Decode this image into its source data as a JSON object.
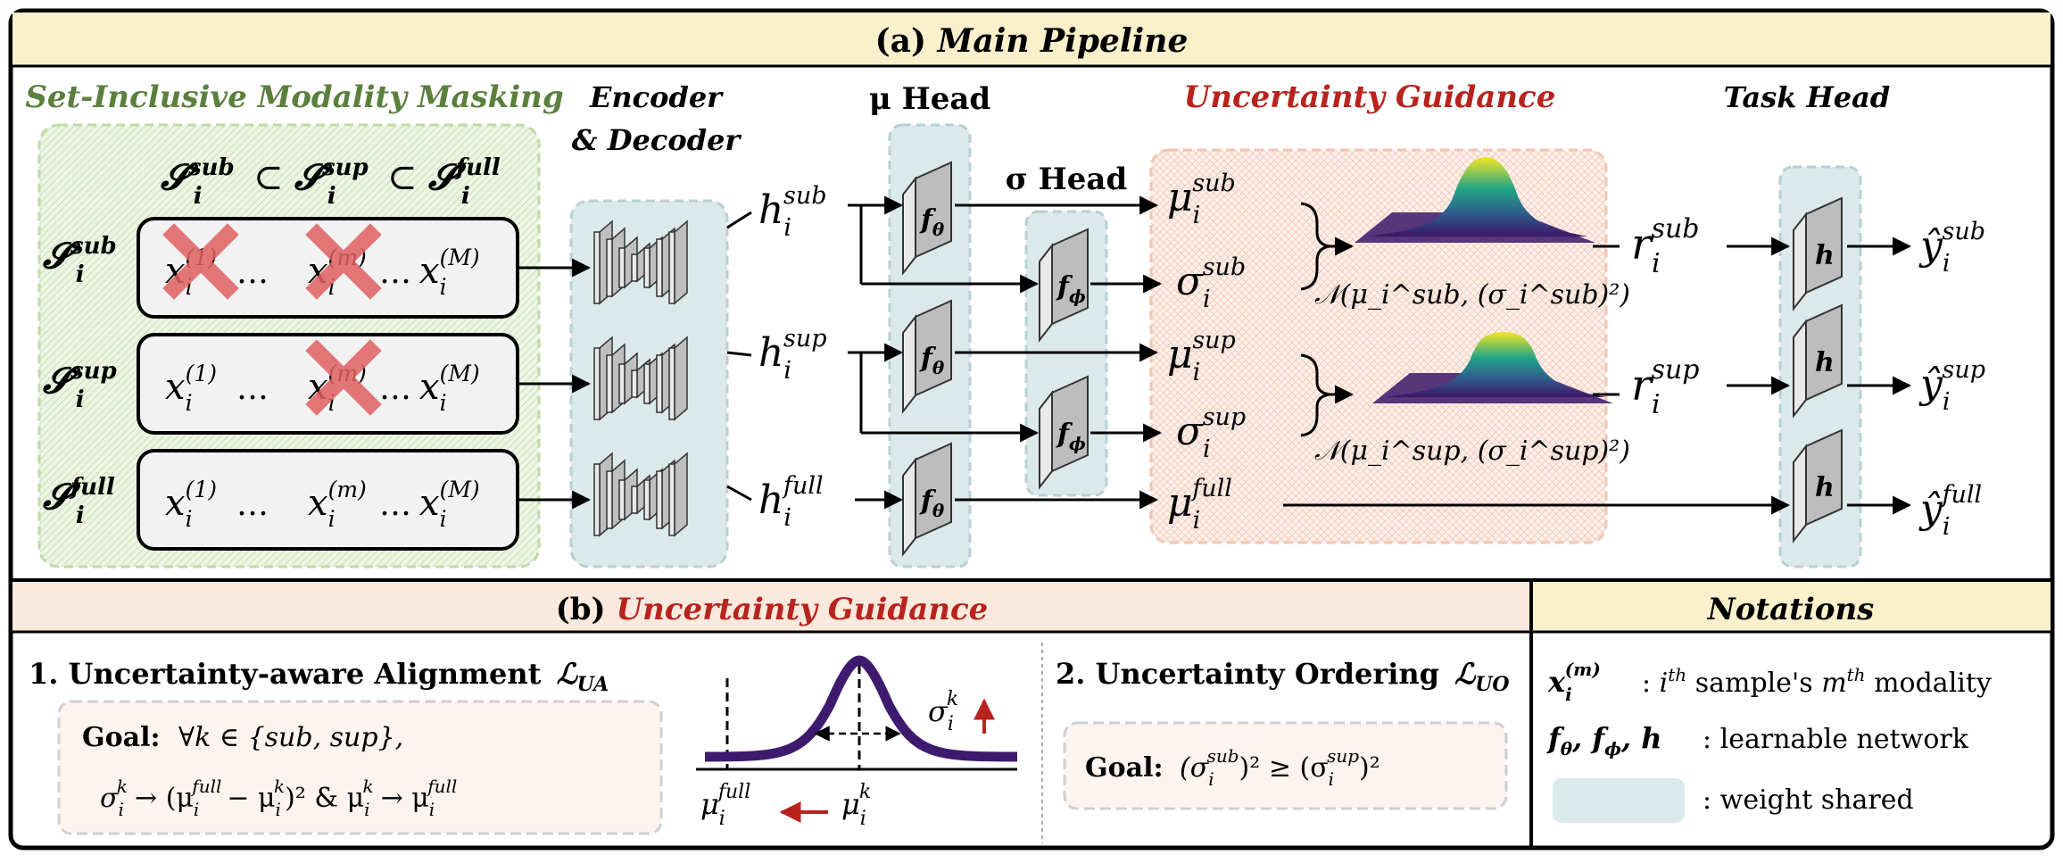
{
  "panel_a": {
    "prefix": "(a)",
    "title": "Main Pipeline"
  },
  "masking": {
    "title": "Set-Inclusive Modality Masking",
    "relation": {
      "base": "S",
      "sub": "sub",
      "sup": "sup",
      "full": "full",
      "idx": "i",
      "subset": "⊂"
    },
    "rows": [
      {
        "label_sup": "sub",
        "items": [
          "(1)",
          "(m)",
          "(M)"
        ],
        "masked": [
          true,
          true,
          false
        ]
      },
      {
        "label_sup": "sup",
        "items": [
          "(1)",
          "(m)",
          "(M)"
        ],
        "masked": [
          false,
          true,
          false
        ]
      },
      {
        "label_sup": "full",
        "items": [
          "(1)",
          "(m)",
          "(M)"
        ],
        "masked": [
          false,
          false,
          false
        ]
      }
    ],
    "x_var": "x",
    "ellipsis": "…"
  },
  "encoder": {
    "title_line1": "Encoder",
    "title_line2": "& Decoder"
  },
  "h_labels": [
    "sub",
    "sup",
    "full"
  ],
  "mu_head": {
    "title": "μ Head",
    "block": "f",
    "block_sub": "θ"
  },
  "sigma_head": {
    "title": "σ Head",
    "block": "f",
    "block_sub": "ϕ"
  },
  "uncertainty": {
    "title": "Uncertainty Guidance",
    "mu": "μ",
    "sigma": "σ",
    "gauss_sub": "𝒩(μ_i^sub, (σ_i^sub)²)",
    "gauss_sup": "𝒩(μ_i^sup, (σ_i^sup)²)"
  },
  "task_head": {
    "title": "Task Head",
    "block": "h",
    "r": "r",
    "y": "ŷ"
  },
  "panel_b": {
    "prefix": "(b)",
    "title": "Uncertainty Guidance",
    "alignment": {
      "title": "1. Uncertainty-aware Alignment",
      "loss": "ℒ",
      "loss_sub": "UA",
      "goal_label": "Goal:",
      "goal_line1": "∀k ∈ {sub, sup},",
      "goal_line2": "σ_i^k → (μ_i^full − μ_i^k)² & μ_i^k → μ_i^full"
    },
    "ordering": {
      "title": "2. Uncertainty Ordering",
      "loss": "ℒ",
      "loss_sub": "UO",
      "goal_label": "Goal:",
      "goal": "(σ_i^sub)² ≥ (σ_i^sup)²"
    }
  },
  "notations": {
    "title": "Notations",
    "items": [
      {
        "symbol": "x_i^(m)",
        "text": ": i^th sample's m^th modality"
      },
      {
        "symbol": "f_θ, f_ϕ, h",
        "text": ": learnable network"
      },
      {
        "symbol": "swatch",
        "text": ": weight shared"
      }
    ]
  },
  "colors": {
    "header_fill": "#fbf0cc",
    "panel_b_header": "#fbe9dd",
    "masking_green": "#5b7f3d",
    "red_title": "#b8231e",
    "shared_teal": "#dbe9ea",
    "curve_purple": "#3e1a6f",
    "cross_red": "#e06060"
  }
}
